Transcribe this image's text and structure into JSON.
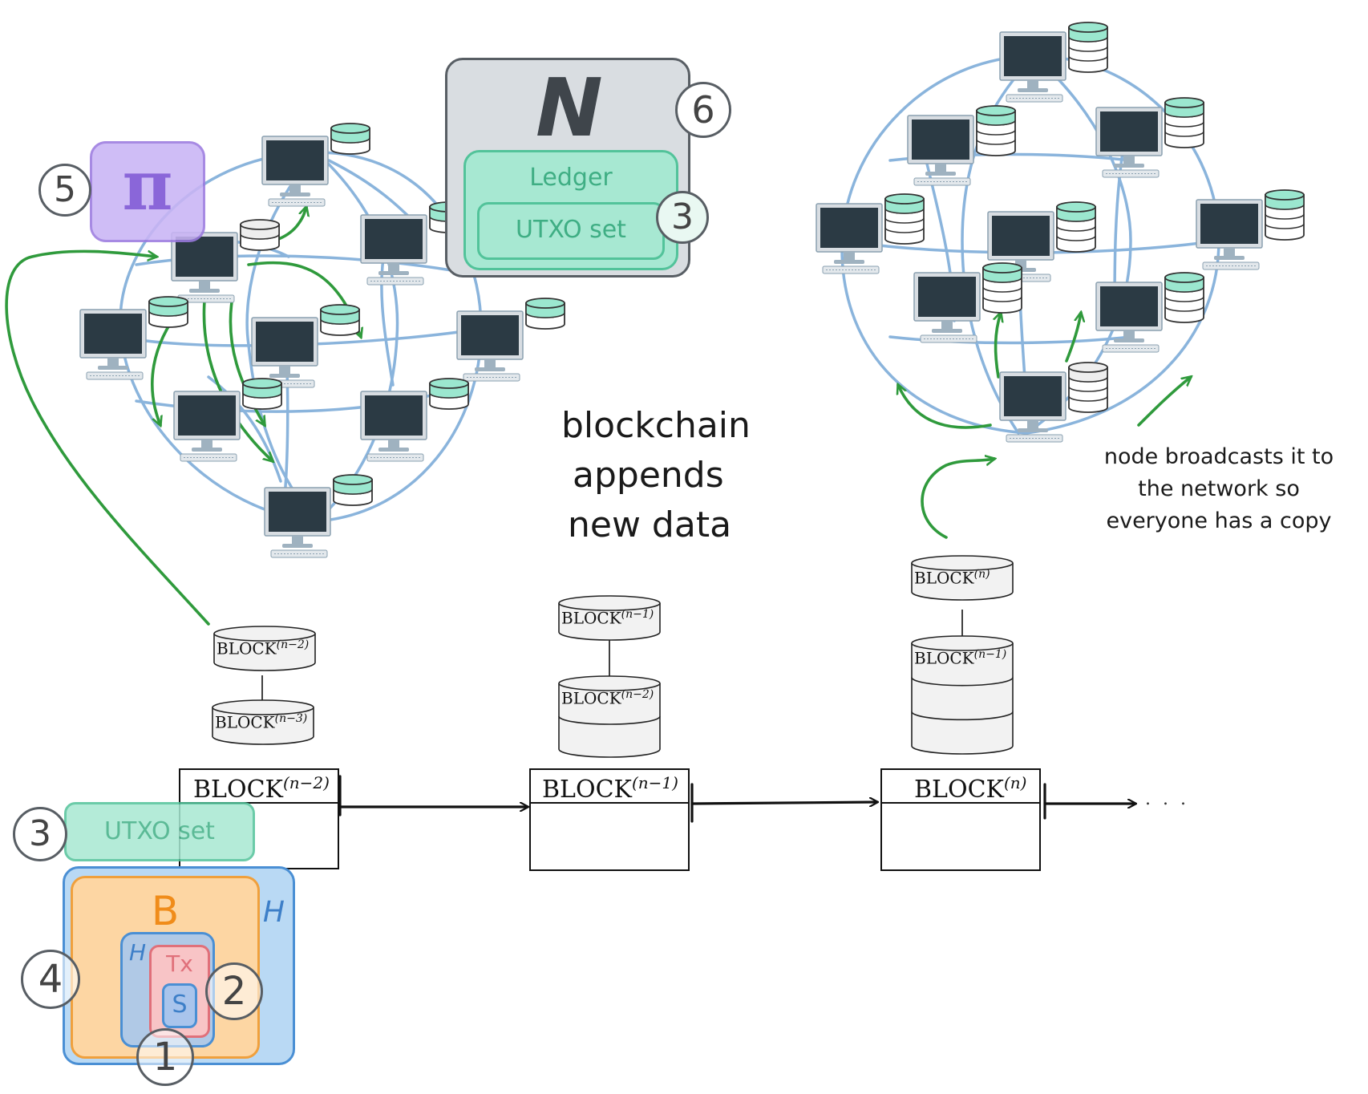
{
  "colors": {
    "network_edge": "#8ab4dc",
    "arrow": "#2f9a3c",
    "monitor_frame": "#d8dde2",
    "monitor_screen": "#2b3a44",
    "db_full": "#9be7cf",
    "db_empty": "#eeeeee",
    "gray_box": "#d9dde1",
    "teal": "#9fe5cc",
    "teal_stroke": "#52c39a",
    "purple": "#c9b4f5",
    "purple_stroke": "#9b7be0",
    "orange": "#fdd6a3",
    "orange_stroke": "#f0a03c",
    "blue": "#b9d9f4",
    "blue_stroke": "#4a8fd4",
    "red": "#f8c4c6",
    "red_stroke": "#e0707a"
  },
  "ledger_box": {
    "symbol": "N",
    "number": "6",
    "ledger_label": "Ledger",
    "utxo_label": "UTXO set",
    "utxo_number": "3"
  },
  "pi_box": {
    "symbol": "π",
    "number": "5"
  },
  "caption_center": {
    "line1": "blockchain",
    "line2": "appends",
    "line3": "new data"
  },
  "caption_right": {
    "line1": "node broadcasts it to",
    "line2": "the network so",
    "line3": "everyone has a copy"
  },
  "stacks": {
    "left": {
      "top": "BLOCK",
      "top_sup": "(n−2)",
      "bottom": "BLOCK",
      "bottom_sup": "(n−3)"
    },
    "middle": {
      "top": "BLOCK",
      "top_sup": "(n−1)",
      "bottom": "BLOCK",
      "bottom_sup": "(n−2)"
    },
    "right": {
      "top": "BLOCK",
      "top_sup": "(n)",
      "bottom": "BLOCK",
      "bottom_sup": "(n−1)"
    }
  },
  "chain": {
    "blocks": [
      {
        "label": "BLOCK",
        "sup": "(n−2)"
      },
      {
        "label": "BLOCK",
        "sup": "(n−1)"
      },
      {
        "label": "BLOCK",
        "sup": "(n)"
      }
    ],
    "ellipsis": ". . ."
  },
  "utxo_tag": {
    "label": "UTXO set",
    "number": "3"
  },
  "structure": {
    "outer_h": "H",
    "block_b": "B",
    "inner_h": "H",
    "tx": "Tx",
    "s": "S",
    "num_block": "4",
    "num_tx": "2",
    "num_s": "1"
  }
}
